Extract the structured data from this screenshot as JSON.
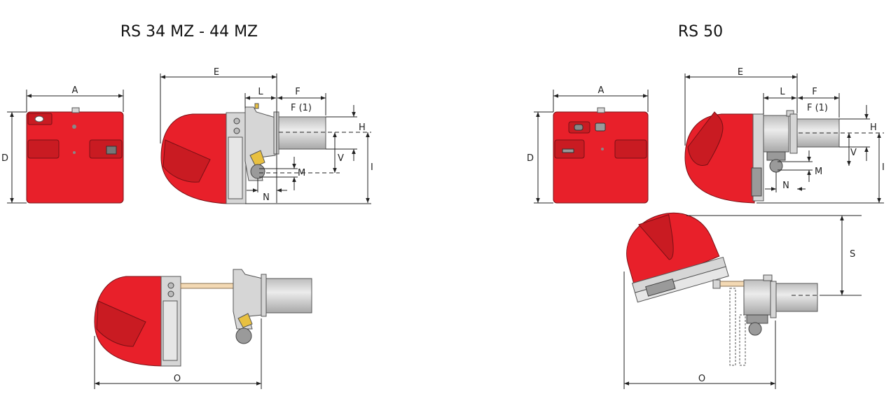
{
  "titles": {
    "left": "RS 34 MZ - 44 MZ",
    "right": "RS 50"
  },
  "dimensions": {
    "A": "A",
    "D": "D",
    "E": "E",
    "L": "L",
    "F": "F",
    "F1": "F (1)",
    "H": "H",
    "V": "V",
    "M": "M",
    "I": "I",
    "N": "N",
    "O": "O",
    "S": "S"
  },
  "colors": {
    "casing": "#e8202a",
    "metal": "#d6d6d6",
    "rod": "#f3d9b4"
  }
}
